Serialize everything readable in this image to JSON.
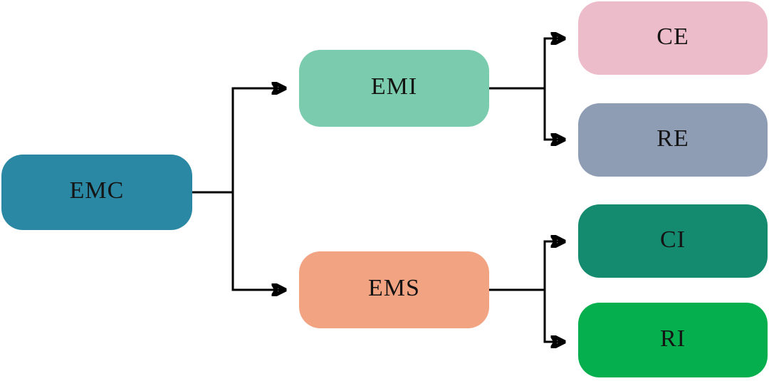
{
  "diagram": {
    "type": "tree-flowchart",
    "background": "#ffffff",
    "edge_color": "#000000",
    "nodes": [
      {
        "id": "emc",
        "label": "EMC",
        "color": "#2B88A4",
        "level": 0
      },
      {
        "id": "emi",
        "label": "EMI",
        "color": "#7BCBAE",
        "level": 1
      },
      {
        "id": "ems",
        "label": "EMS",
        "color": "#F2A381",
        "level": 1
      },
      {
        "id": "ce",
        "label": "CE",
        "color": "#EDBCCA",
        "level": 2
      },
      {
        "id": "re",
        "label": "RE",
        "color": "#8E9DB4",
        "level": 2
      },
      {
        "id": "ci",
        "label": "CI",
        "color": "#148B6F",
        "level": 2
      },
      {
        "id": "ri",
        "label": "RI",
        "color": "#05AF4D",
        "level": 2
      }
    ],
    "edges": [
      {
        "from": "EMC",
        "to": "EMI"
      },
      {
        "from": "EMC",
        "to": "EMS"
      },
      {
        "from": "EMI",
        "to": "CE"
      },
      {
        "from": "EMI",
        "to": "RE"
      },
      {
        "from": "EMS",
        "to": "CI"
      },
      {
        "from": "EMS",
        "to": "RI"
      }
    ]
  }
}
